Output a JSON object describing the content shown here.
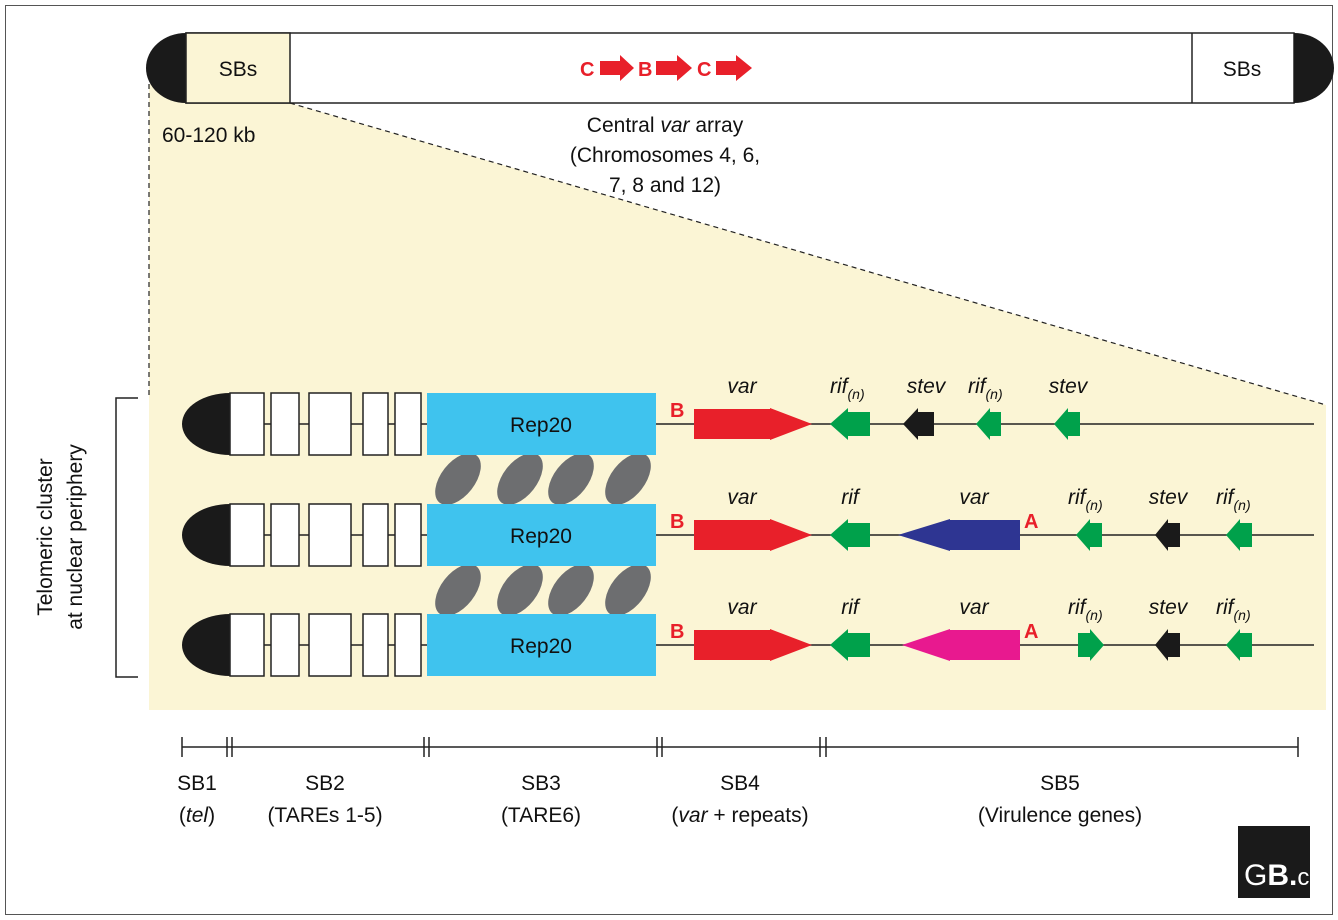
{
  "chromosome": {
    "sbs_left": "SBs",
    "sbs_right": "SBs",
    "array_label_C1": "C",
    "array_label_B": "B",
    "array_label_C2": "C",
    "size_label": "60-120 kb",
    "central_line1_pre": "Central ",
    "central_line1_ital": "var",
    "central_line1_post": " array",
    "central_line2": "(Chromosomes 4, 6,",
    "central_line3": "7, 8 and 12)"
  },
  "cluster_label_line1": "Telomeric cluster",
  "cluster_label_line2": "at nuclear periphery",
  "rows": [
    {
      "rep": "Rep20",
      "b": "B",
      "var": "var",
      "g1": "rif",
      "g1_sub": "(n)",
      "g2": "stev",
      "g3": "rif",
      "g3_sub": "(n)",
      "g4": "stev"
    },
    {
      "rep": "Rep20",
      "b": "B",
      "var": "var",
      "g1": "rif",
      "g2": "var",
      "a": "A",
      "g3": "rif",
      "g3_sub": "(n)",
      "g4": "stev",
      "g5": "rif",
      "g5_sub": "(n)"
    },
    {
      "rep": "Rep20",
      "b": "B",
      "var": "var",
      "g1": "rif",
      "g2": "var",
      "a": "A",
      "g3": "rif",
      "g3_sub": "(n)",
      "g4": "stev",
      "g5": "rif",
      "g5_sub": "(n)"
    }
  ],
  "segments": [
    {
      "name": "SB1",
      "pre": "(",
      "ital": "tel",
      "post": ")"
    },
    {
      "name": "SB2",
      "pre": "(TAREs 1-5)",
      "ital": "",
      "post": ""
    },
    {
      "name": "SB3",
      "pre": "(TARE6)",
      "ital": "",
      "post": ""
    },
    {
      "name": "SB4",
      "pre": "(",
      "ital": "var",
      "post": " + repeats)"
    },
    {
      "name": "SB5",
      "pre": "(Virulence genes)",
      "ital": "",
      "post": ""
    }
  ],
  "logo": {
    "g": "G",
    "b": "B",
    "dot": ".",
    "c": "c"
  },
  "colors": {
    "cream": "#fbf5d5",
    "rep20": "#3fc3ee",
    "var_red": "#e8202a",
    "var_blue": "#2e3592",
    "var_pink": "#e8198f",
    "rif_green": "#00a14b",
    "stev_black": "#1a1a1a",
    "tare6_grey": "#6d6e70"
  }
}
